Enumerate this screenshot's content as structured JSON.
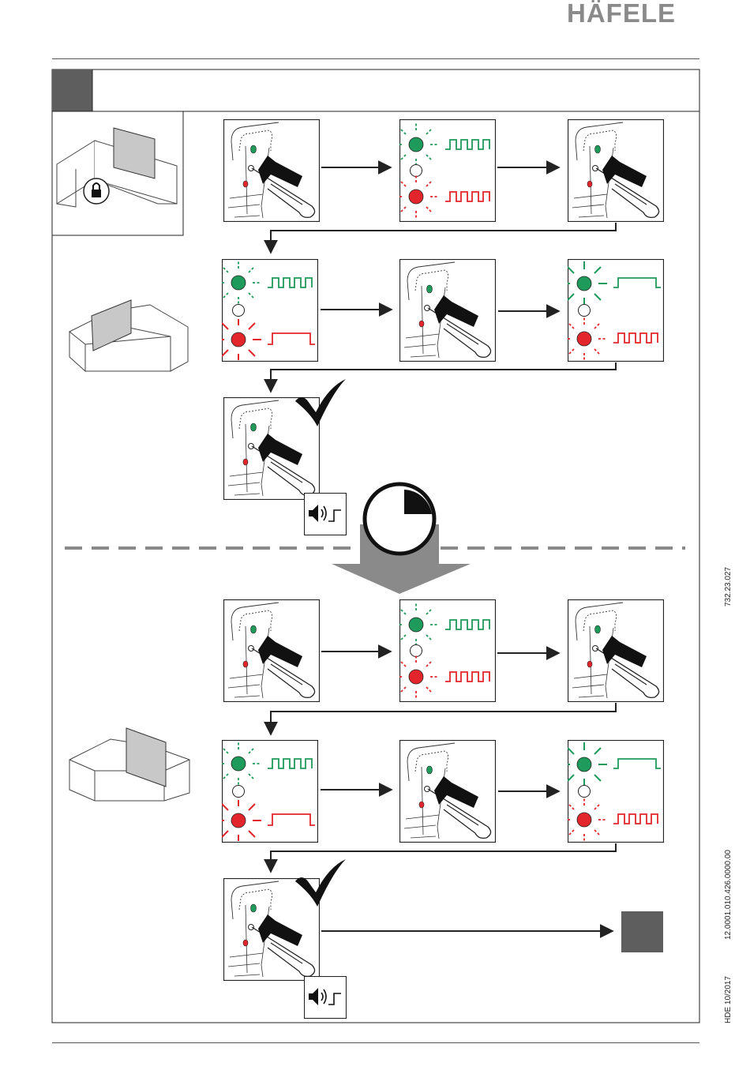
{
  "header": {
    "brand": "HÄFELE"
  },
  "sidebar": {
    "code": "732.23.027",
    "doc_number": "12.0001.010.426.0000.00",
    "edition": "HDE 10/2017"
  },
  "colors": {
    "green": "#1e9a5a",
    "red": "#e3262b",
    "gray": "#5e5e5e",
    "dash": "#8a8a8a"
  },
  "icons": [
    "lock-icon",
    "speaker-icon",
    "clock-icon",
    "check-icon",
    "paperclip-icon"
  ]
}
